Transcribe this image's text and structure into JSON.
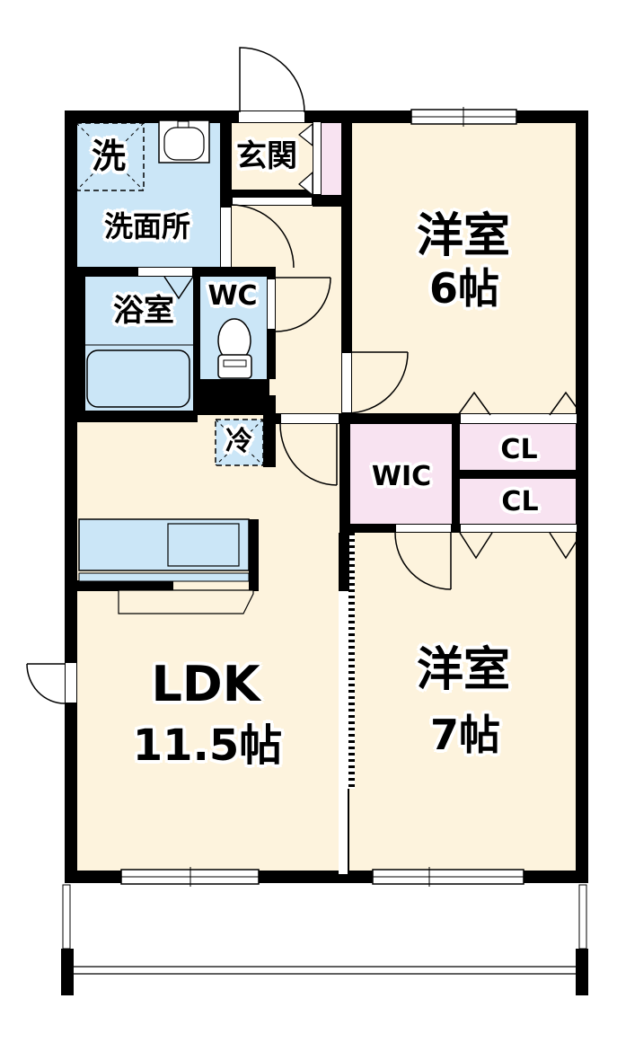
{
  "rooms": {
    "entry": {
      "label": "玄関"
    },
    "washer": {
      "label": "洗"
    },
    "washroom": {
      "label": "洗面所"
    },
    "bathroom": {
      "label": "浴室"
    },
    "toilet": {
      "label": "WC"
    },
    "fridge": {
      "label": "冷"
    },
    "wic": {
      "label": "WIC"
    },
    "closet1": {
      "label": "CL"
    },
    "closet2": {
      "label": "CL"
    },
    "bedroom1": {
      "label": "洋室",
      "size": "6帖"
    },
    "bedroom2": {
      "label": "洋室",
      "size": "7帖"
    },
    "ldk": {
      "label": "LDK",
      "size": "11.5帖"
    }
  },
  "colors": {
    "floor": "#fdf3dd",
    "wet_area": "#cbe6f7",
    "closet": "#f8e3f1",
    "wall": "#000000",
    "balcony": "#ffffff"
  }
}
